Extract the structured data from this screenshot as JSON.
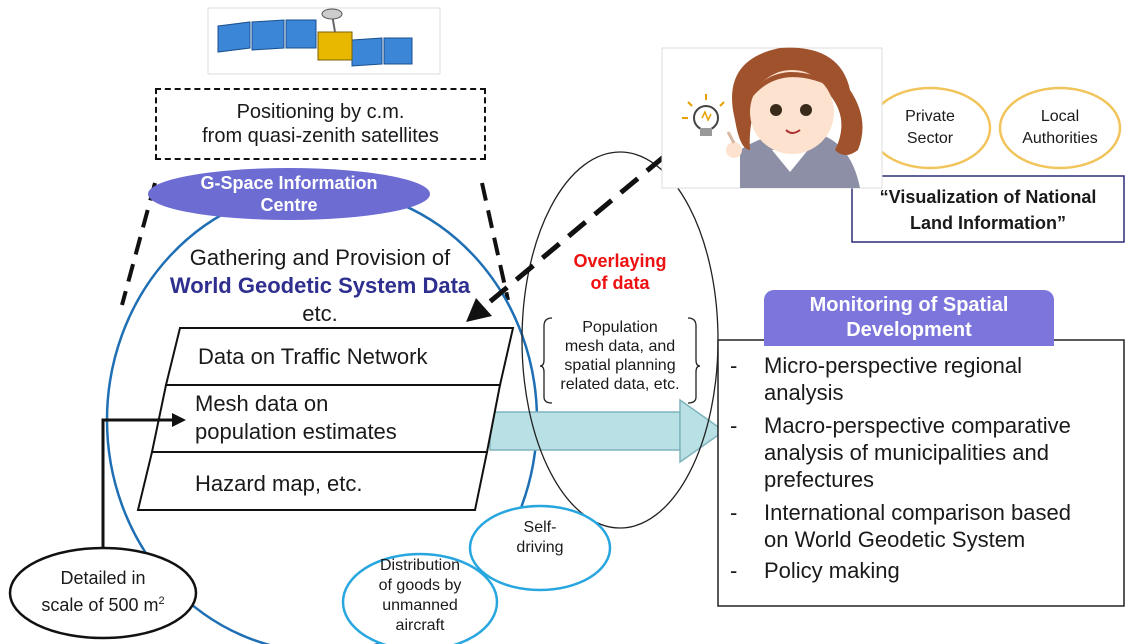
{
  "positioning": {
    "line1": "Positioning by c.m.",
    "line2": "from quasi-zenith satellites"
  },
  "gspace": {
    "line1": "G-Space Information",
    "line2": "Centre"
  },
  "gathering": {
    "line1": "Gathering and Provision of",
    "line2": "World Geodetic System Data",
    "line3": "etc."
  },
  "data_layers": [
    {
      "label": "Data on Traffic Network"
    },
    {
      "label_line1": "Mesh data on",
      "label_line2": "population estimates"
    },
    {
      "label": "Hazard map, etc."
    }
  ],
  "overlaying": {
    "title_line1": "Overlaying",
    "title_line2": "of data",
    "desc_line1": "Population",
    "desc_line2": "mesh data, and",
    "desc_line3": "spatial planning",
    "desc_line4": "related data, etc."
  },
  "detailed": {
    "line1": "Detailed in",
    "line2_prefix": "scale of 500 m",
    "superscript": "2"
  },
  "self_driving": {
    "line1": "Self-",
    "line2": "driving"
  },
  "distribution": {
    "line1": "Distribution",
    "line2": "of goods by",
    "line3": "unmanned",
    "line4": "aircraft"
  },
  "stakeholders": [
    {
      "line1": "Private",
      "line2": "Sector"
    },
    {
      "line1": "Local",
      "line2": "Authorities"
    }
  ],
  "visualization": {
    "line1": "“Visualization of National",
    "line2": "Land Information”"
  },
  "monitoring": {
    "title_line1": "Monitoring of Spatial",
    "title_line2": "Development",
    "items": [
      {
        "dash": "-",
        "line1": "Micro-perspective regional",
        "line2": "analysis"
      },
      {
        "dash": "-",
        "line1": "Macro-perspective comparative",
        "line2": "analysis of municipalities and",
        "line3": "prefectures"
      },
      {
        "dash": "-",
        "line1": "International comparison based",
        "line2": "on World Geodetic System"
      },
      {
        "dash": "-",
        "line1": "Policy making"
      }
    ]
  },
  "colors": {
    "accent_purple": "#6c6cd2",
    "geodetic_blue": "#2e2f8f",
    "overlay_red": "#ee1111",
    "ellipse_blue": "#1f6fb5",
    "gold": "#f2c45c",
    "arrow_teal": "#b9e0e4"
  },
  "icons": {
    "satellite": "satellite-icon",
    "person": "woman-with-idea-icon",
    "bulb": "light-bulb-icon"
  }
}
